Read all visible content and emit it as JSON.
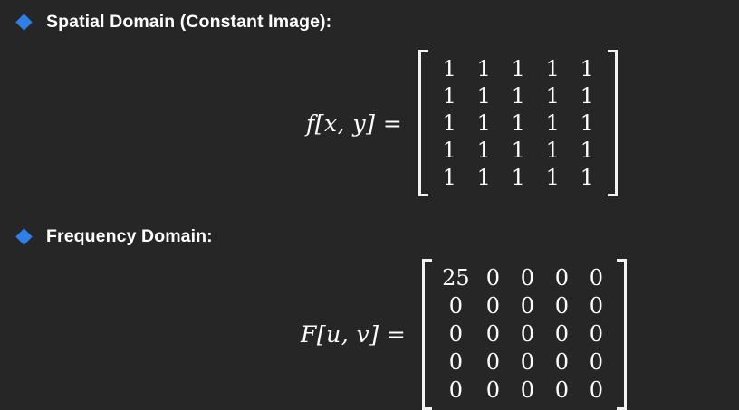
{
  "slide": {
    "background_color": "#262626",
    "bullet_color": "#2f7fe8",
    "text_color": "#ffffff"
  },
  "sections": [
    {
      "id": "spatial",
      "bullet_icon": "diamond-bullet-icon",
      "heading": "Spatial Domain (Constant Image):",
      "equation": {
        "label": "f[x, y] =",
        "matrix": {
          "rows": 5,
          "cols": 5,
          "values": [
            [
              "1",
              "1",
              "1",
              "1",
              "1"
            ],
            [
              "1",
              "1",
              "1",
              "1",
              "1"
            ],
            [
              "1",
              "1",
              "1",
              "1",
              "1"
            ],
            [
              "1",
              "1",
              "1",
              "1",
              "1"
            ],
            [
              "1",
              "1",
              "1",
              "1",
              "1"
            ]
          ]
        }
      }
    },
    {
      "id": "frequency",
      "bullet_icon": "diamond-bullet-icon",
      "heading": "Frequency Domain:",
      "equation": {
        "label": "F[u, v] =",
        "matrix": {
          "rows": 5,
          "cols": 5,
          "values": [
            [
              "25",
              "0",
              "0",
              "0",
              "0"
            ],
            [
              "0",
              "0",
              "0",
              "0",
              "0"
            ],
            [
              "0",
              "0",
              "0",
              "0",
              "0"
            ],
            [
              "0",
              "0",
              "0",
              "0",
              "0"
            ],
            [
              "0",
              "0",
              "0",
              "0",
              "0"
            ]
          ]
        }
      }
    }
  ]
}
